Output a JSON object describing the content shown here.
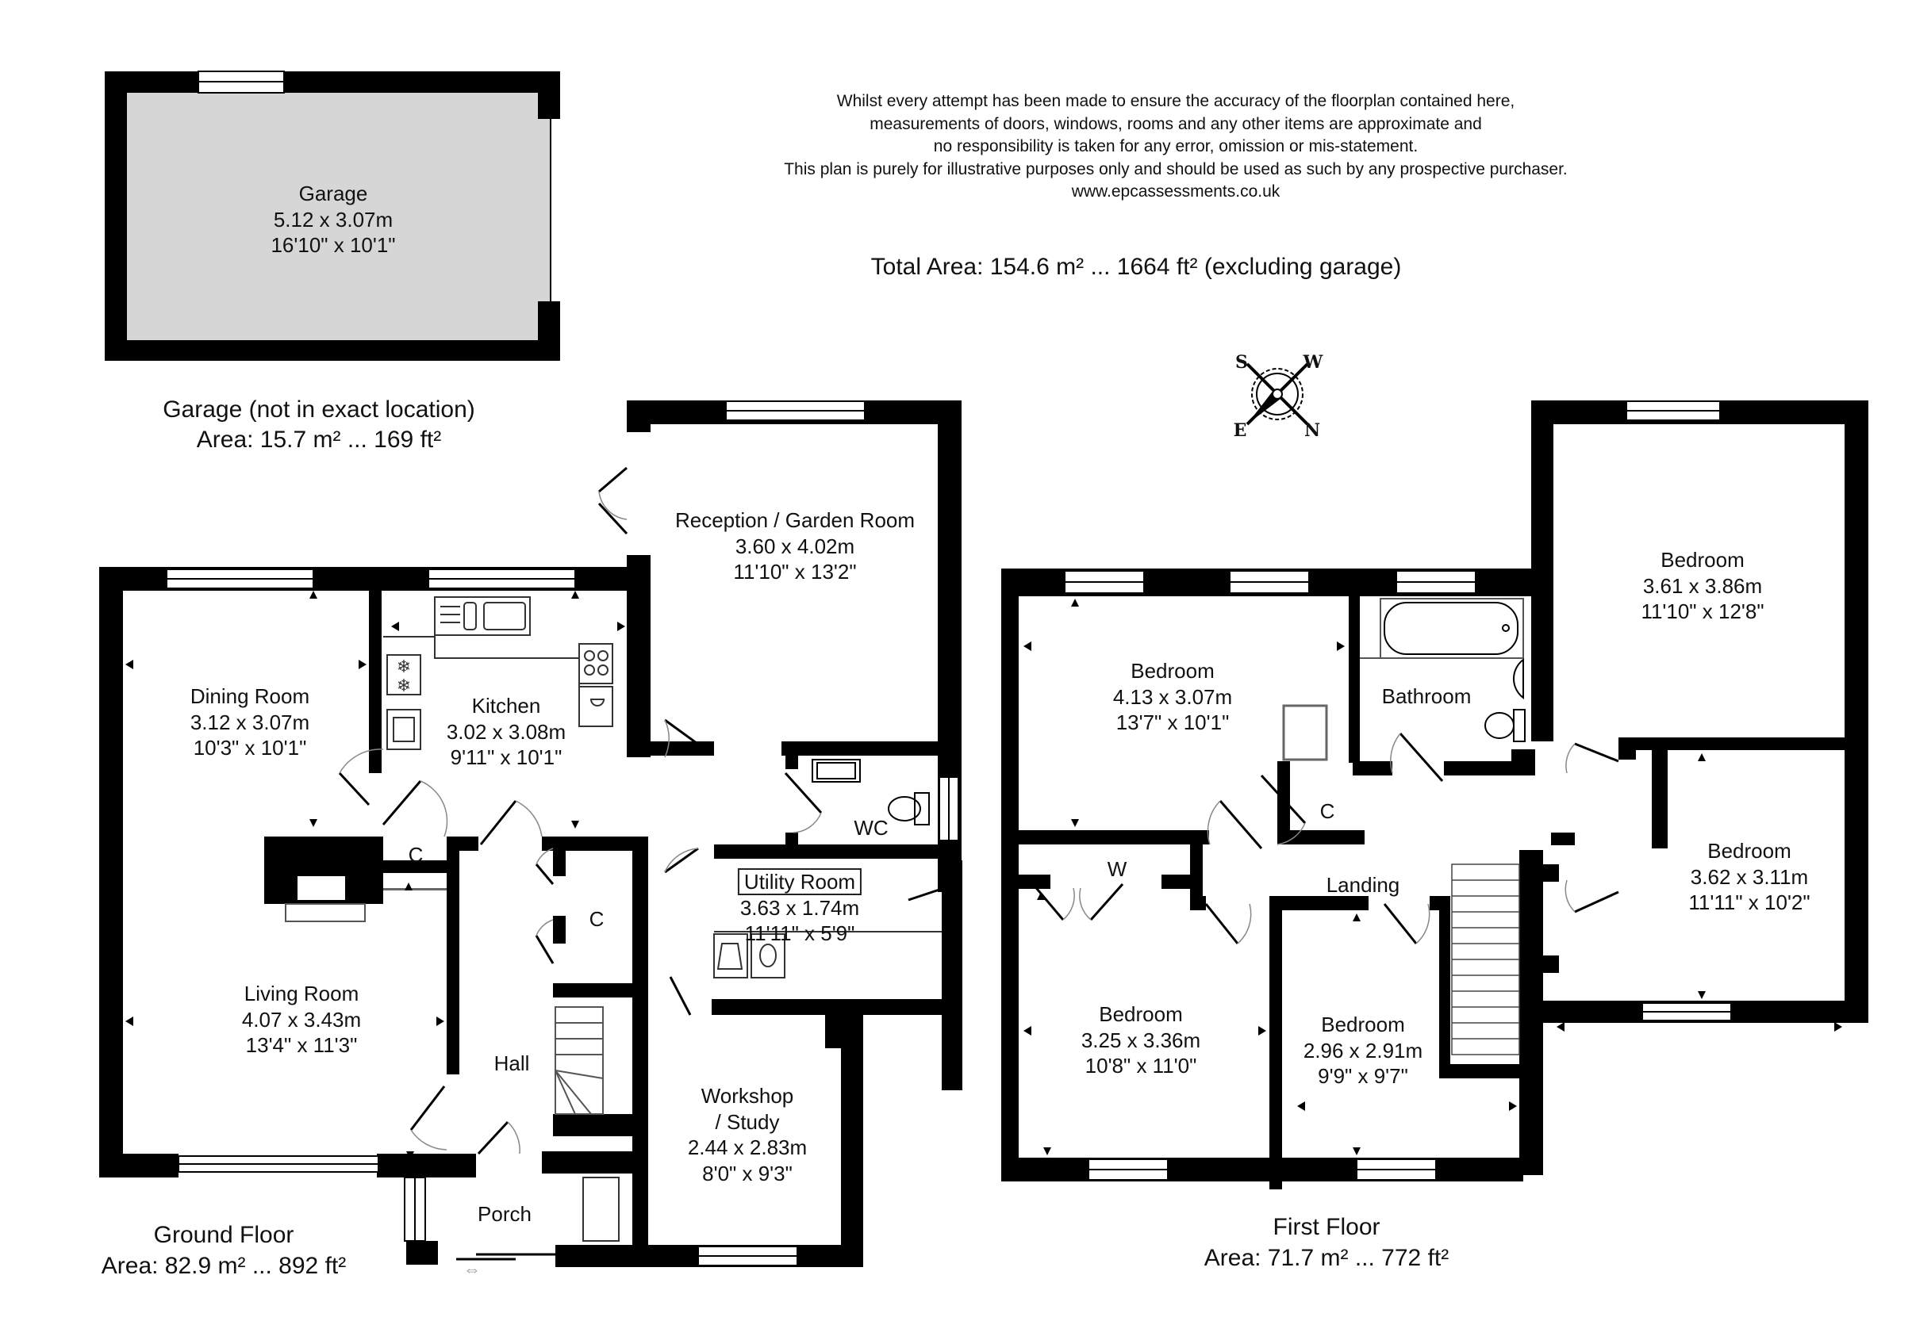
{
  "disclaimer": {
    "lines": [
      "Whilst every attempt has been made to ensure the accuracy of the floorplan contained here,",
      "measurements of doors, windows, rooms and any other items are approximate and",
      "no responsibility is taken for any error, omission or mis-statement.",
      "This plan is purely for illustrative purposes only and should be used as such by any prospective purchaser.",
      "www.epcassessments.co.uk"
    ]
  },
  "total_area": "Total Area: 154.6 m² ... 1664 ft² (excluding garage)",
  "compass": {
    "labels": {
      "top_left": "S",
      "top_right": "W",
      "bottom_left": "E",
      "bottom_right": "N"
    }
  },
  "garage": {
    "name": "Garage",
    "metric": "5.12 x 3.07m",
    "imperial": "16'10\" x 10'1\"",
    "caption": "Garage (not in exact location)",
    "area": "Area: 15.7 m² ... 169 ft²",
    "fill_color": "#d6d6d6"
  },
  "ground_floor": {
    "title": "Ground Floor",
    "area": "Area: 82.9 m² ... 892 ft²",
    "rooms": [
      {
        "name": "Reception / Garden Room",
        "metric": "3.60 x 4.02m",
        "imperial": "11'10\" x 13'2\""
      },
      {
        "name": "Dining Room",
        "metric": "3.12 x 3.07m",
        "imperial": "10'3\" x 10'1\""
      },
      {
        "name": "Kitchen",
        "metric": "3.02 x 3.08m",
        "imperial": "9'11\" x 10'1\""
      },
      {
        "name": "WC"
      },
      {
        "name": "Utility Room",
        "metric": "3.63 x 1.74m",
        "imperial": "11'11\" x 5'9\""
      },
      {
        "name": "Living Room",
        "metric": "4.07 x 3.43m",
        "imperial": "13'4\" x 11'3\""
      },
      {
        "name": "Hall"
      },
      {
        "name": "Workshop",
        "name2": "/ Study",
        "metric": "2.44 x 2.83m",
        "imperial": "8'0\" x 9'3\""
      },
      {
        "name": "Porch"
      },
      {
        "name": "C"
      },
      {
        "name": "C"
      }
    ]
  },
  "first_floor": {
    "title": "First Floor",
    "area": "Area: 71.7 m² ... 772 ft²",
    "rooms": [
      {
        "name": "Bedroom",
        "metric": "4.13 x 3.07m",
        "imperial": "13'7\" x 10'1\""
      },
      {
        "name": "Bathroom"
      },
      {
        "name": "Bedroom",
        "metric": "3.61 x 3.86m",
        "imperial": "11'10\" x 12'8\""
      },
      {
        "name": "C"
      },
      {
        "name": "Landing"
      },
      {
        "name": "W"
      },
      {
        "name": "Bedroom",
        "metric": "3.62 x 3.11m",
        "imperial": "11'11\" x 10'2\""
      },
      {
        "name": "Bedroom",
        "metric": "3.25 x 3.36m",
        "imperial": "10'8\" x 11'0\""
      },
      {
        "name": "Bedroom",
        "metric": "2.96 x 2.91m",
        "imperial": "9'9\" x 9'7\""
      }
    ]
  }
}
